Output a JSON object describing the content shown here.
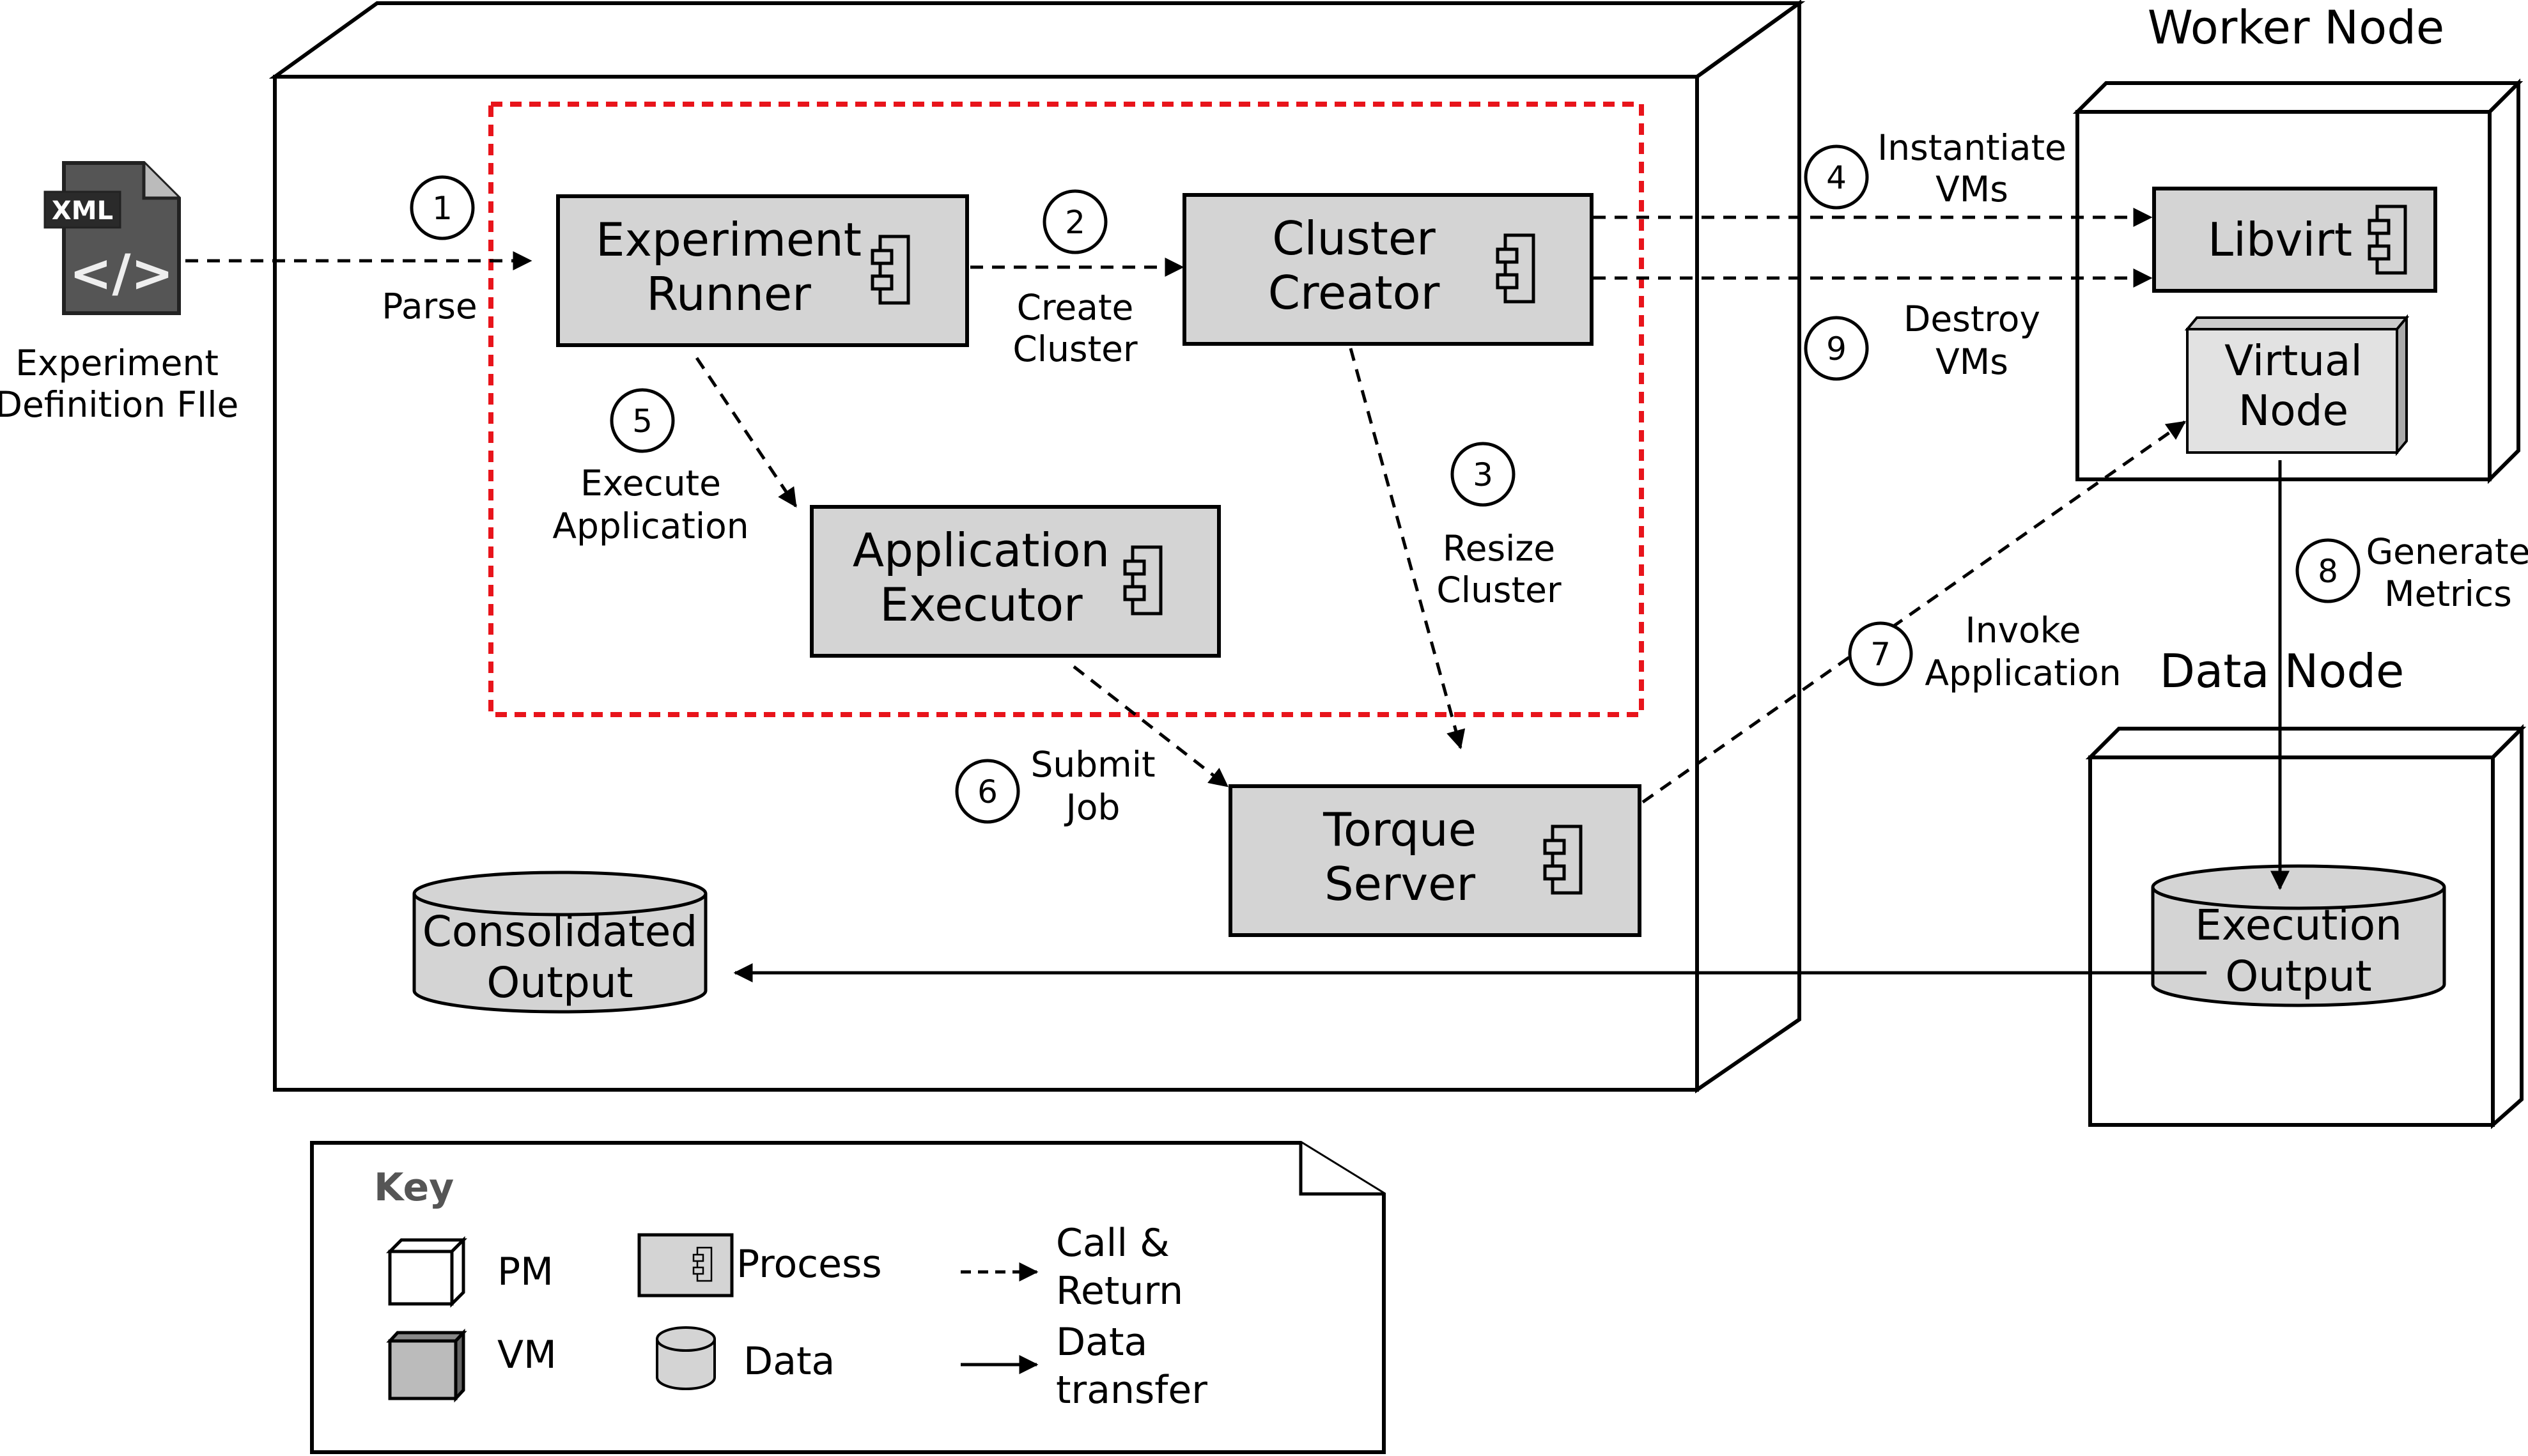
{
  "nodes": {
    "worker_node_title": "Worker Node",
    "data_node_title": "Data Node",
    "experiment_file": [
      "Experiment",
      "Definition FIle"
    ],
    "xml_badge": "XML",
    "xml_glyph": "</>",
    "experiment_runner": [
      "Experiment",
      "Runner"
    ],
    "cluster_creator": [
      "Cluster",
      "Creator"
    ],
    "application_executor": [
      "Application",
      "Executor"
    ],
    "torque_server": [
      "Torque",
      "Server"
    ],
    "libvirt": "Libvirt",
    "virtual_node": [
      "Virtual",
      "Node"
    ],
    "consolidated_output": [
      "Consolidated",
      "Output"
    ],
    "execution_output": [
      "Execution",
      "Output"
    ]
  },
  "steps": [
    {
      "num": "1",
      "label": [
        "Parse"
      ]
    },
    {
      "num": "2",
      "label": [
        "Create",
        "Cluster"
      ]
    },
    {
      "num": "3",
      "label": [
        "Resize",
        "Cluster"
      ]
    },
    {
      "num": "4",
      "label": [
        "Instantiate",
        "VMs"
      ]
    },
    {
      "num": "5",
      "label": [
        "Execute",
        "Application"
      ]
    },
    {
      "num": "6",
      "label": [
        "Submit",
        "Job"
      ]
    },
    {
      "num": "7",
      "label": [
        "Invoke",
        "Application"
      ]
    },
    {
      "num": "8",
      "label": [
        "Generate",
        "Metrics"
      ]
    },
    {
      "num": "9",
      "label": [
        "Destroy",
        "VMs"
      ]
    }
  ],
  "key": {
    "title": "Key",
    "pm": "PM",
    "vm": "VM",
    "process": "Process",
    "data": "Data",
    "call_return": [
      "Call &",
      "Return"
    ],
    "data_transfer": [
      "Data",
      "transfer"
    ]
  },
  "colors": {
    "component_fill": "#d4d4d4",
    "virtual_node_fill": "#e2e2e2",
    "boundary_dash": "#e8141b"
  }
}
